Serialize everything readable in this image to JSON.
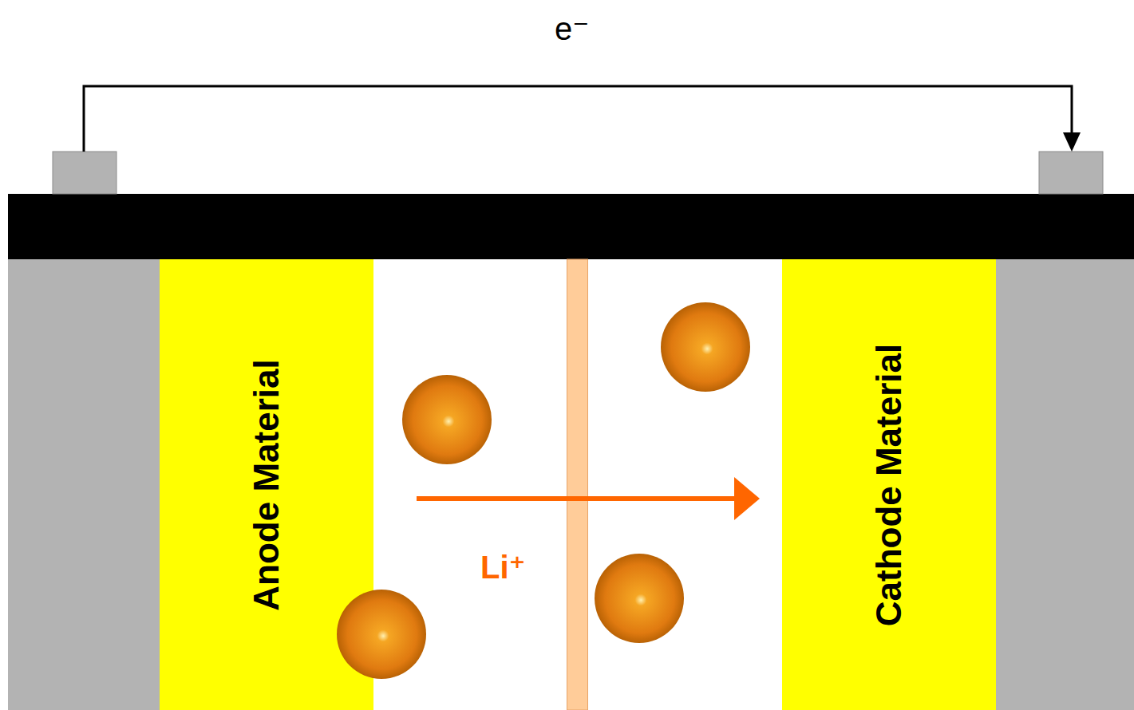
{
  "diagram": {
    "nodes": [
      {
        "text": [
          "Anode Material"
        ]
      },
      {
        "text": [
          "Cathode Material"
        ]
      }
    ],
    "labels": [
      "e⁻",
      "Li⁺"
    ]
  }
}
